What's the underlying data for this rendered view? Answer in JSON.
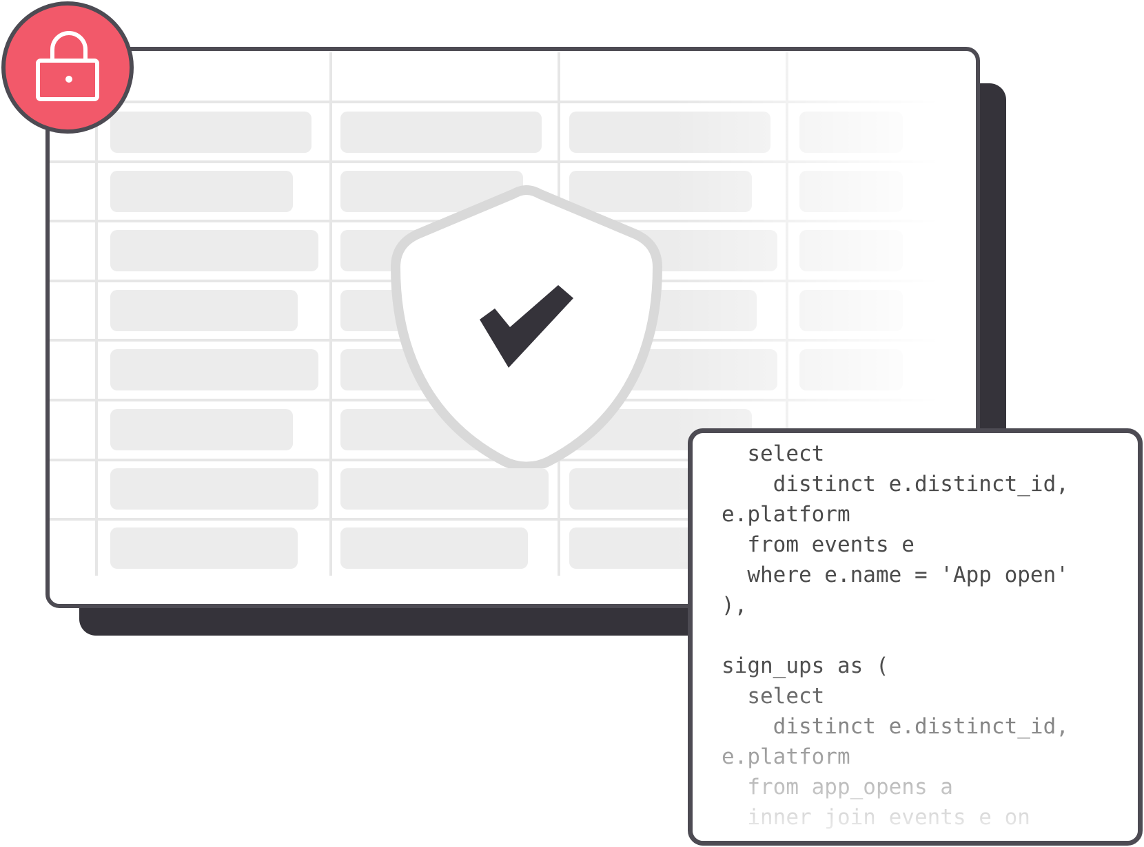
{
  "icons": {
    "lock": "lock-icon",
    "shield": "shield-check-icon"
  },
  "colors": {
    "outline": "#4d4b53",
    "shadow": "#35333a",
    "lock_badge": "#f2596a",
    "shield_outline": "#d9d9d9",
    "checkmark": "#35333a",
    "placeholder": "#ececec"
  },
  "code_panel": {
    "lines": [
      "  select",
      "    distinct e.distinct_id,",
      "e.platform",
      "  from events e",
      "  where e.name = 'App open'",
      "),",
      "",
      "sign_ups as (",
      "  select",
      "    distinct e.distinct_id,",
      "e.platform",
      "  from app_opens a",
      "  inner join events e on"
    ]
  }
}
